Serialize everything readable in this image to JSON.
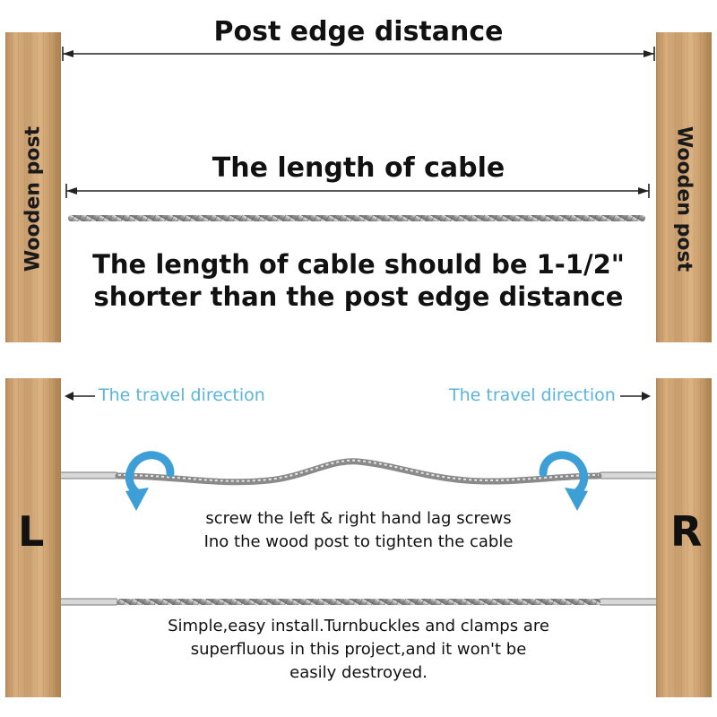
{
  "top": {
    "post_label_left": "Wooden post",
    "post_label_right": "Wooden post",
    "post_edge_label": "Post edge distance",
    "cable_length_label": "The length of cable",
    "note_line1": "The length of cable should be 1-1/2\"",
    "note_line2": "shorter than the post edge distance"
  },
  "bottom": {
    "left_letter": "L",
    "right_letter": "R",
    "travel_left": "The travel direction",
    "travel_right": "The travel direction",
    "instruction_line1": "screw the left & right hand lag screws",
    "instruction_line2": "Ino the wood post to tighten the cable",
    "note_line1": "Simple,easy install.Turnbuckles and clamps are",
    "note_line2": "superfluous in this project,and it won't be",
    "note_line3": "easily destroyed."
  },
  "colors": {
    "wood": "#d2a676",
    "accent_blue": "#5ab4de",
    "arrow_blue": "#3d9fd6",
    "text": "#111111"
  },
  "icons": [
    "rotate-arrow-left-icon",
    "rotate-arrow-right-icon",
    "arrow-left-icon",
    "arrow-right-icon"
  ]
}
